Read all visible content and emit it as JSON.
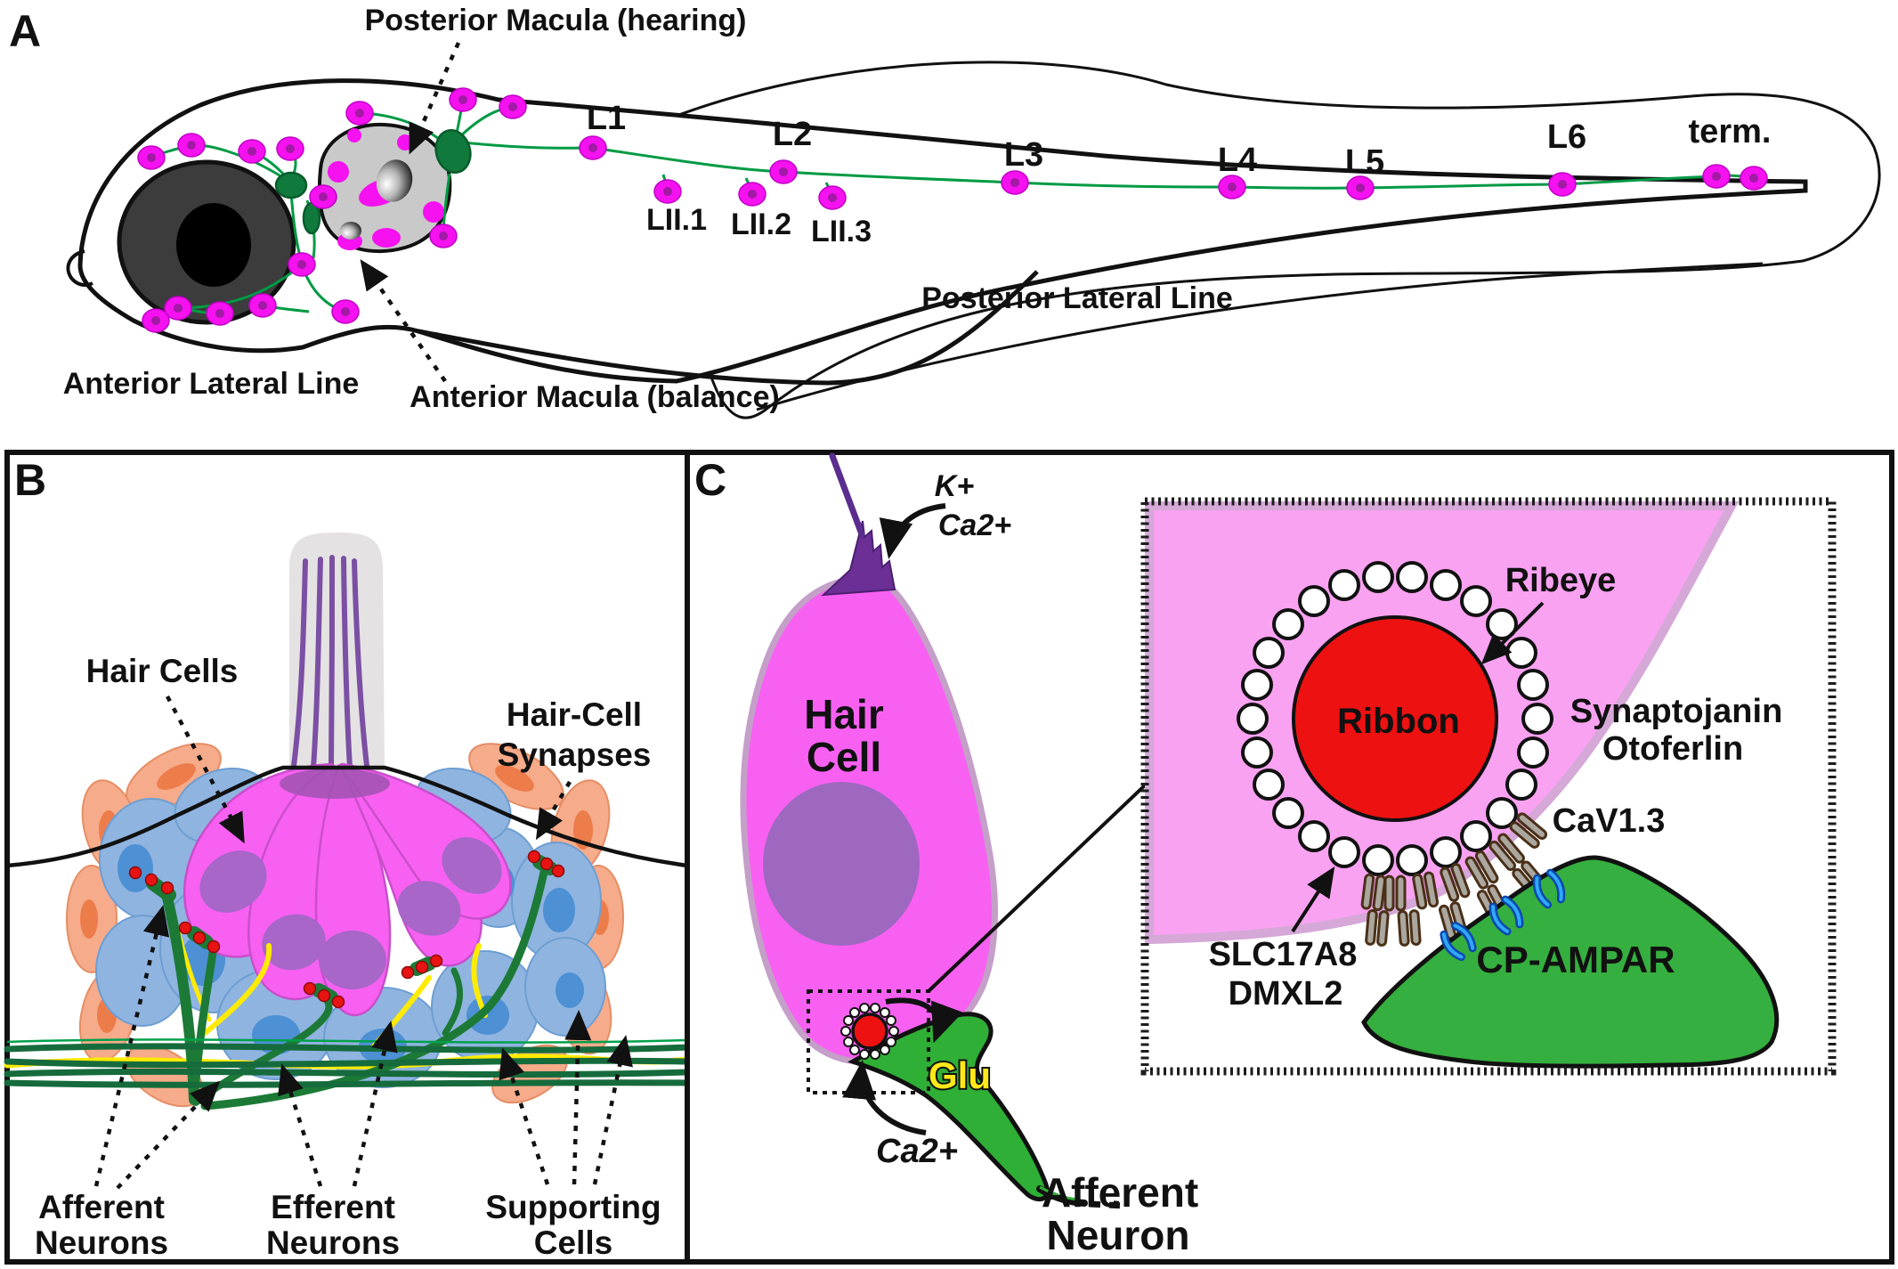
{
  "panelA": {
    "tag": "A",
    "posterior_macula": "Posterior Macula (hearing)",
    "anterior_macula": "Anterior Macula (balance)",
    "anterior_lateral_line": "Anterior Lateral Line",
    "posterior_lateral_line": "Posterior Lateral Line",
    "neuromasts": [
      "L1",
      "L2",
      "L3",
      "L4",
      "L5",
      "L6"
    ],
    "terminal": "term.",
    "secondary_neuromasts": [
      "LII.1",
      "LII.2",
      "LII.3"
    ]
  },
  "panelB": {
    "tag": "B",
    "hair_cells": "Hair Cells",
    "hair_cell_synapses_line1": "Hair-Cell",
    "hair_cell_synapses_line2": "Synapses",
    "afferent_line1": "Afferent",
    "afferent_line2": "Neurons",
    "efferent_line1": "Efferent",
    "efferent_line2": "Neurons",
    "supporting_line1": "Supporting",
    "supporting_line2": "Cells"
  },
  "panelC": {
    "tag": "C",
    "k_ion": "K+",
    "ca_ion_top": "Ca2+",
    "hair_line1": "Hair",
    "hair_line2": "Cell",
    "glutamate": "Glu",
    "ca_ion_bottom": "Ca2+",
    "afferent_line1": "Afferent",
    "afferent_line2": "Neuron",
    "inset": {
      "ribeye": "Ribeye",
      "ribbon": "Ribbon",
      "synaptojanin": "Synaptojanin",
      "otoferlin": "Otoferlin",
      "cav": "CaV1.3",
      "slc": "SLC17A8",
      "dmxl": "DMXL2",
      "cp_ampar": "CP-AMPAR"
    }
  },
  "colors": {
    "neuromast_magenta": "#f511f0",
    "neuromast_core": "#a21aa5",
    "nerve_green": "#009a44",
    "ganglion_green": "#0f7a3c",
    "hair_cell_magenta": "#f860f2",
    "hair_cell_nucleus": "#a766c8",
    "supporting_blue": "#8fb4e0",
    "supporting_blue_nucleus": "#4d90d4",
    "mantle_orange": "#f6ab8a",
    "mantle_orange_nucleus": "#ed7c4b",
    "afferent_dark_green": "#1c7a36",
    "efferent_yellow": "#ffeb00",
    "synapse_red": "#e81313",
    "ribbon_red": "#ee1111",
    "inset_pink": "#f9a2f1",
    "membrane_lavender": "#d5a8d8",
    "cp_ampar_green": "#35af3f",
    "receptor_blue": "#2fa8f8",
    "hair_bundle_purple": "#7b4fa3",
    "kinocilium_purple": "#5b2d8e",
    "otic_gray": "#c9c9c9",
    "eye_gray": "#3c3c3c"
  }
}
